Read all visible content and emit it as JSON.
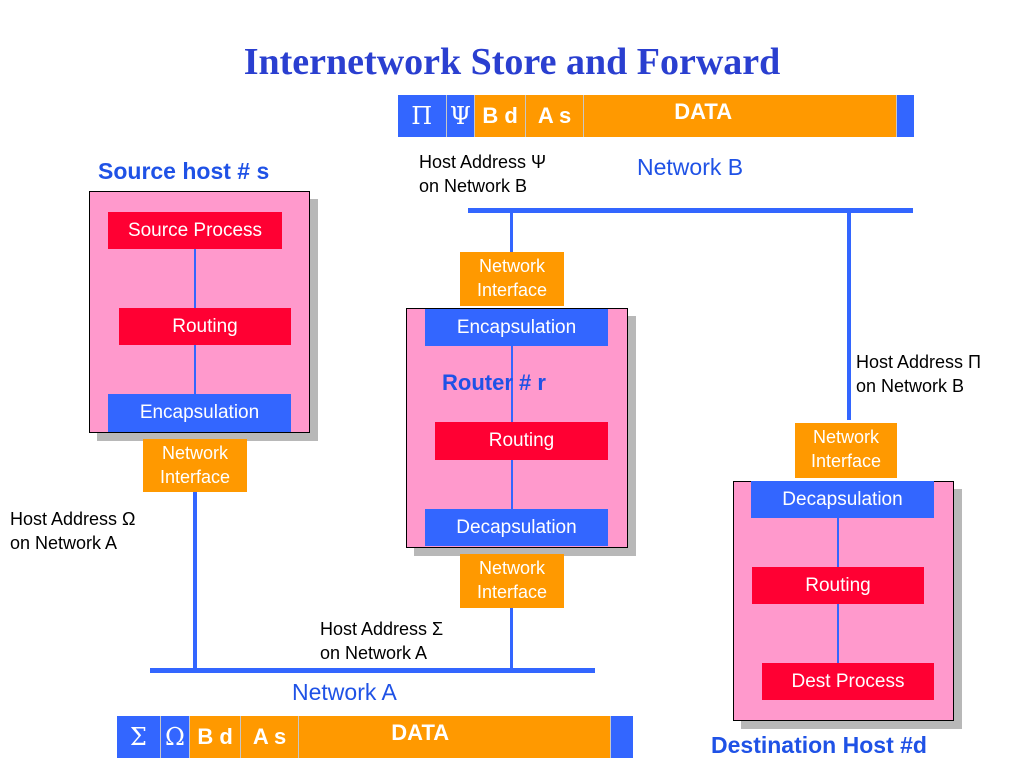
{
  "title": "Internetwork Store and Forward",
  "packet_top": {
    "sym1": "Π",
    "sym2": "Ψ",
    "dest": "B d",
    "src": "A s",
    "data": "DATA"
  },
  "packet_bottom": {
    "sym1": "Σ",
    "sym2": "Ω",
    "dest": "B d",
    "src": "A s",
    "data": "DATA"
  },
  "network_b_label": "Network B",
  "network_a_label": "Network A",
  "source": {
    "heading": "Source host # s",
    "process": "Source Process",
    "routing": "Routing",
    "encapsulation": "Encapsulation",
    "interface_line1": "Network",
    "interface_line2": "Interface",
    "addr_line1": "Host Address Ω",
    "addr_line2": "on Network A"
  },
  "router": {
    "heading": "Router  # r",
    "encapsulation": "Encapsulation",
    "routing": "Routing",
    "decapsulation": "Decapsulation",
    "top_interface_line1": "Network",
    "top_interface_line2": "Interface",
    "bottom_interface_line1": "Network",
    "bottom_interface_line2": "Interface",
    "top_addr_line1": "Host Address Ψ",
    "top_addr_line2": "on Network B",
    "bottom_addr_line1": "Host Address Σ",
    "bottom_addr_line2": "on Network A"
  },
  "destination": {
    "heading": "Destination Host #d",
    "decapsulation": "Decapsulation",
    "routing": "Routing",
    "process": "Dest Process",
    "interface_line1": "Network",
    "interface_line2": "Interface",
    "addr_line1": "Host Address Π",
    "addr_line2": "on Network B"
  }
}
